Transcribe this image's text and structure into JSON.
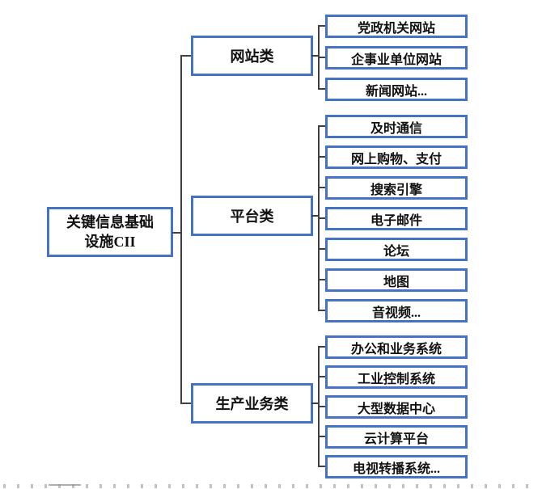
{
  "accent_color": "#4472C4",
  "connector_color": "#3f3f3f",
  "tree": {
    "root": {
      "line1": "关键信息基础",
      "line2": "设施CII"
    },
    "groups": [
      {
        "label": "网站类",
        "children": [
          "党政机关网站",
          "企事业单位网站",
          "新闻网站..."
        ]
      },
      {
        "label": "平台类",
        "children": [
          "及时通信",
          "网上购物、支付",
          "搜索引擎",
          "电子邮件",
          "论坛",
          "地图",
          "音视频..."
        ]
      },
      {
        "label": "生产业务类",
        "children": [
          "办公和业务系统",
          "工业控制系统",
          "大型数据中心",
          "云计算平台",
          "电视转播系统..."
        ]
      }
    ]
  }
}
